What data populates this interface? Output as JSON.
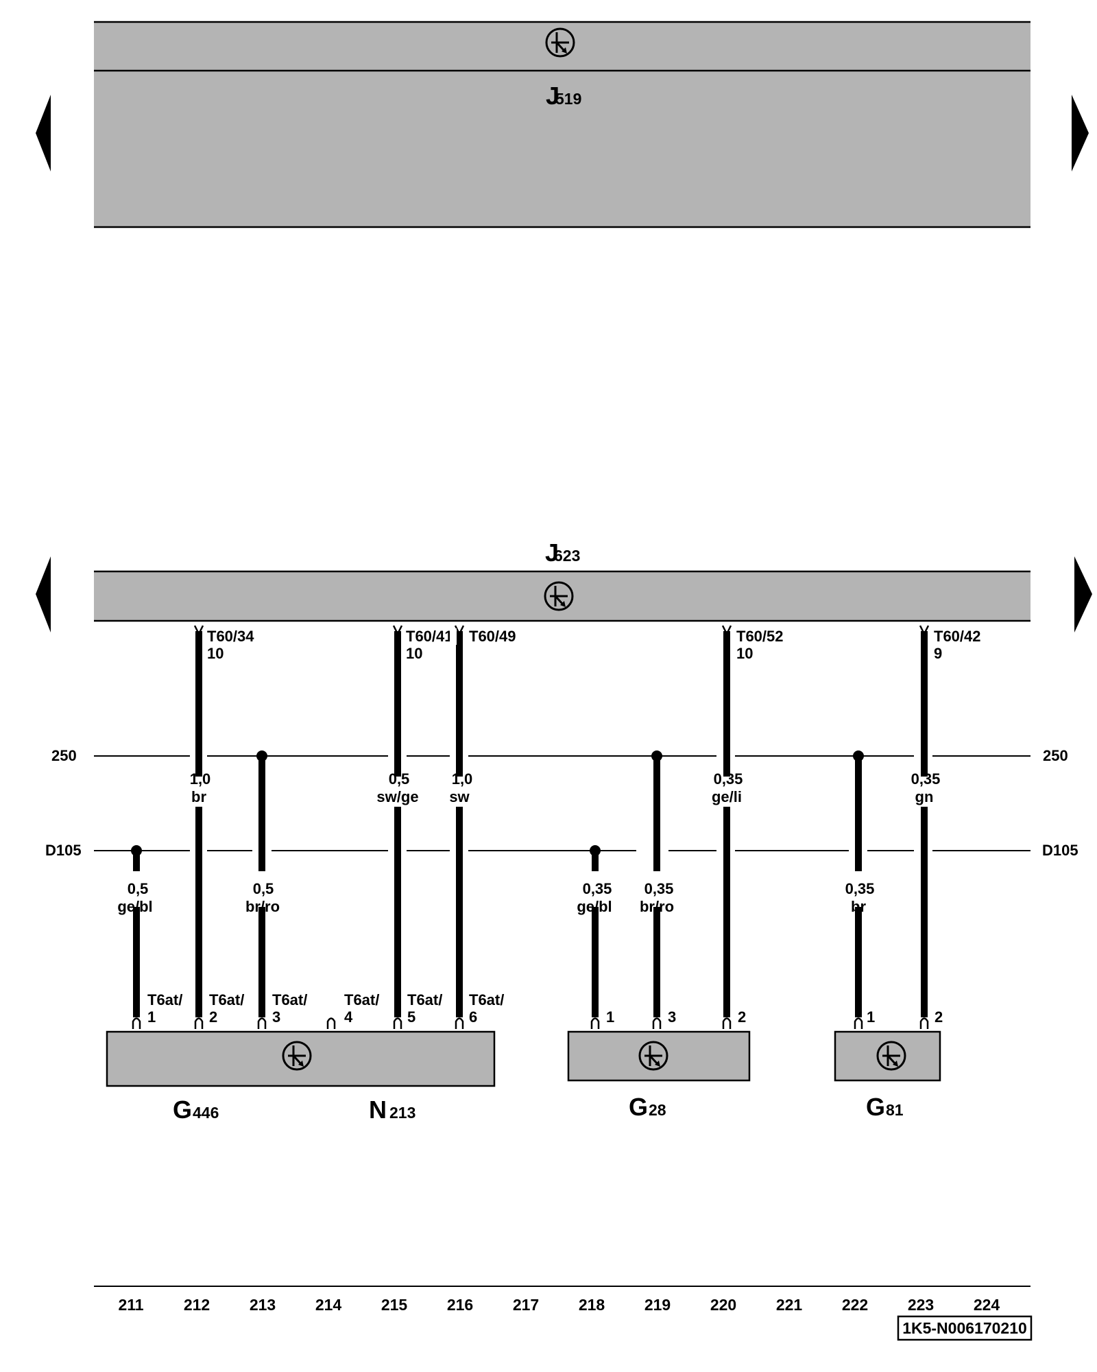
{
  "modules": {
    "top": {
      "letter": "J",
      "number": "519"
    },
    "mid": {
      "letter": "J",
      "number": "623"
    }
  },
  "components": [
    {
      "letter": "G",
      "number": "446"
    },
    {
      "letter": "N",
      "number": "213"
    },
    {
      "letter": "G",
      "number": "28"
    },
    {
      "letter": "G",
      "number": "81"
    }
  ],
  "references": {
    "r250": "250",
    "d105": "D105"
  },
  "ecu_pins": [
    {
      "id": "T60/34",
      "num": "10"
    },
    {
      "id": "T60/41",
      "num": "10"
    },
    {
      "id": "T60/49",
      "num": ""
    },
    {
      "id": "T60/52",
      "num": "10"
    },
    {
      "id": "T60/42",
      "num": "9"
    }
  ],
  "wires_upper": [
    {
      "gauge": "1,0",
      "color": "br"
    },
    {
      "gauge": "0,5",
      "color": "sw/ge"
    },
    {
      "gauge": "1,0",
      "color": "sw"
    },
    {
      "gauge": "0,35",
      "color": "ge/li"
    },
    {
      "gauge": "0,35",
      "color": "gn"
    }
  ],
  "wires_lower": [
    {
      "gauge": "0,5",
      "color": "ge/bl"
    },
    {
      "gauge": "0,5",
      "color": "br/ro"
    },
    {
      "gauge": "0,35",
      "color": "ge/bl"
    },
    {
      "gauge": "0,35",
      "color": "br/ro"
    },
    {
      "gauge": "0,35",
      "color": "br"
    }
  ],
  "connector_pins": [
    {
      "a": "T6at/",
      "b": "1"
    },
    {
      "a": "T6at/",
      "b": "2"
    },
    {
      "a": "T6at/",
      "b": "3"
    },
    {
      "a": "T6at/",
      "b": "4"
    },
    {
      "a": "T6at/",
      "b": "5"
    },
    {
      "a": "T6at/",
      "b": "6"
    }
  ],
  "plain_pins": [
    "1",
    "3",
    "2",
    "1",
    "2"
  ],
  "columns": [
    "211",
    "212",
    "213",
    "214",
    "215",
    "216",
    "217",
    "218",
    "219",
    "220",
    "221",
    "222",
    "223",
    "224"
  ],
  "diagram_code": "1K5-N006170210"
}
